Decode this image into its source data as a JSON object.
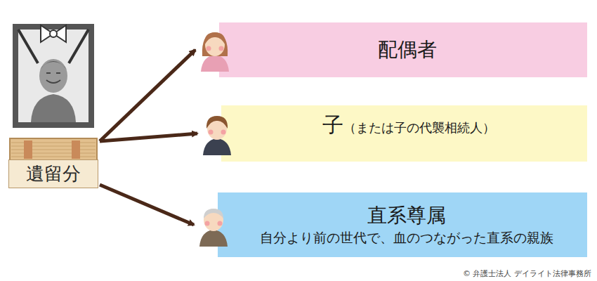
{
  "diagram": {
    "nodes": [
      {
        "text": [
          "遺留分"
        ]
      },
      {
        "text": [
          "配偶者"
        ]
      },
      {
        "text": [
          "子",
          "（または子の代襲相続人）"
        ]
      },
      {
        "text": [
          "直系尊属",
          "自分より前の世代で、血のつながった直系の親族"
        ]
      }
    ],
    "edges": [
      {
        "from": 0,
        "to": 1,
        "arrow": "to"
      },
      {
        "from": 0,
        "to": 2,
        "arrow": "to"
      },
      {
        "from": 0,
        "to": 3,
        "arrow": "to"
      }
    ],
    "labels": [
      "© 弁護士法人 デイライト法律事務所"
    ]
  }
}
